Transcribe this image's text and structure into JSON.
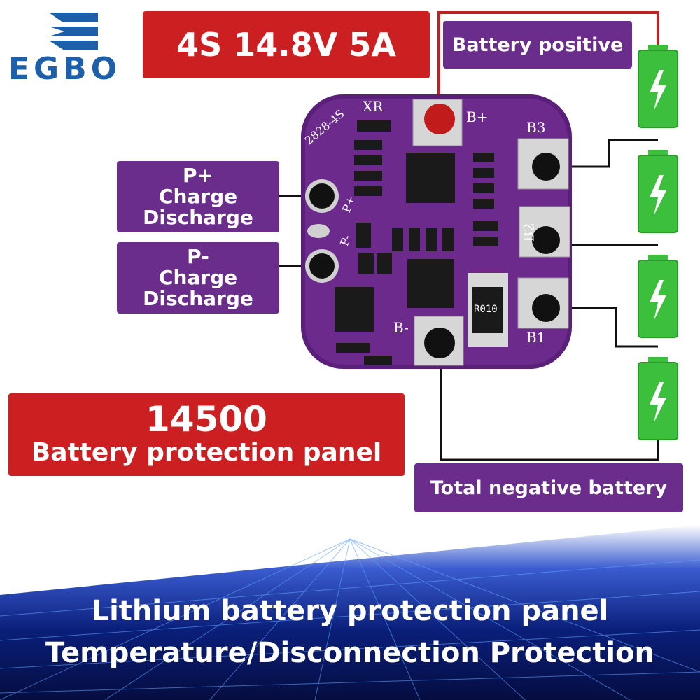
{
  "brand": {
    "logo_text": "EGBO",
    "accent": "#1d5fa8"
  },
  "spec_badge": "4S 14.8V 5A",
  "labels": {
    "battery_positive": "Battery positive",
    "p_plus": {
      "title": "P+",
      "line1": "Charge",
      "line2": "Discharge"
    },
    "p_minus": {
      "title": "P-",
      "line1": "Charge",
      "line2": "Discharge"
    },
    "total_negative": "Total negative battery"
  },
  "product_badge": {
    "model": "14500",
    "subtitle": "Battery protection panel"
  },
  "board": {
    "silkscreen": {
      "model": "2828-4S",
      "xr": "XR",
      "b_plus": "B+",
      "b3": "B3",
      "b2": "B2",
      "b1": "B1",
      "b_minus": "B-",
      "p_plus": "P+",
      "p_minus": "P-",
      "resistor": "R010"
    },
    "cells": 4
  },
  "banner": {
    "line1": "Lithium battery protection panel",
    "line2": "Temperature/Disconnection Protection"
  },
  "colors": {
    "label_purple": "#6a2d8c",
    "badge_red": "#cc1f22",
    "board_purple": "#5a1f78",
    "cell_green": "#3cbf3c",
    "banner_blue": "#0a1f7a"
  }
}
